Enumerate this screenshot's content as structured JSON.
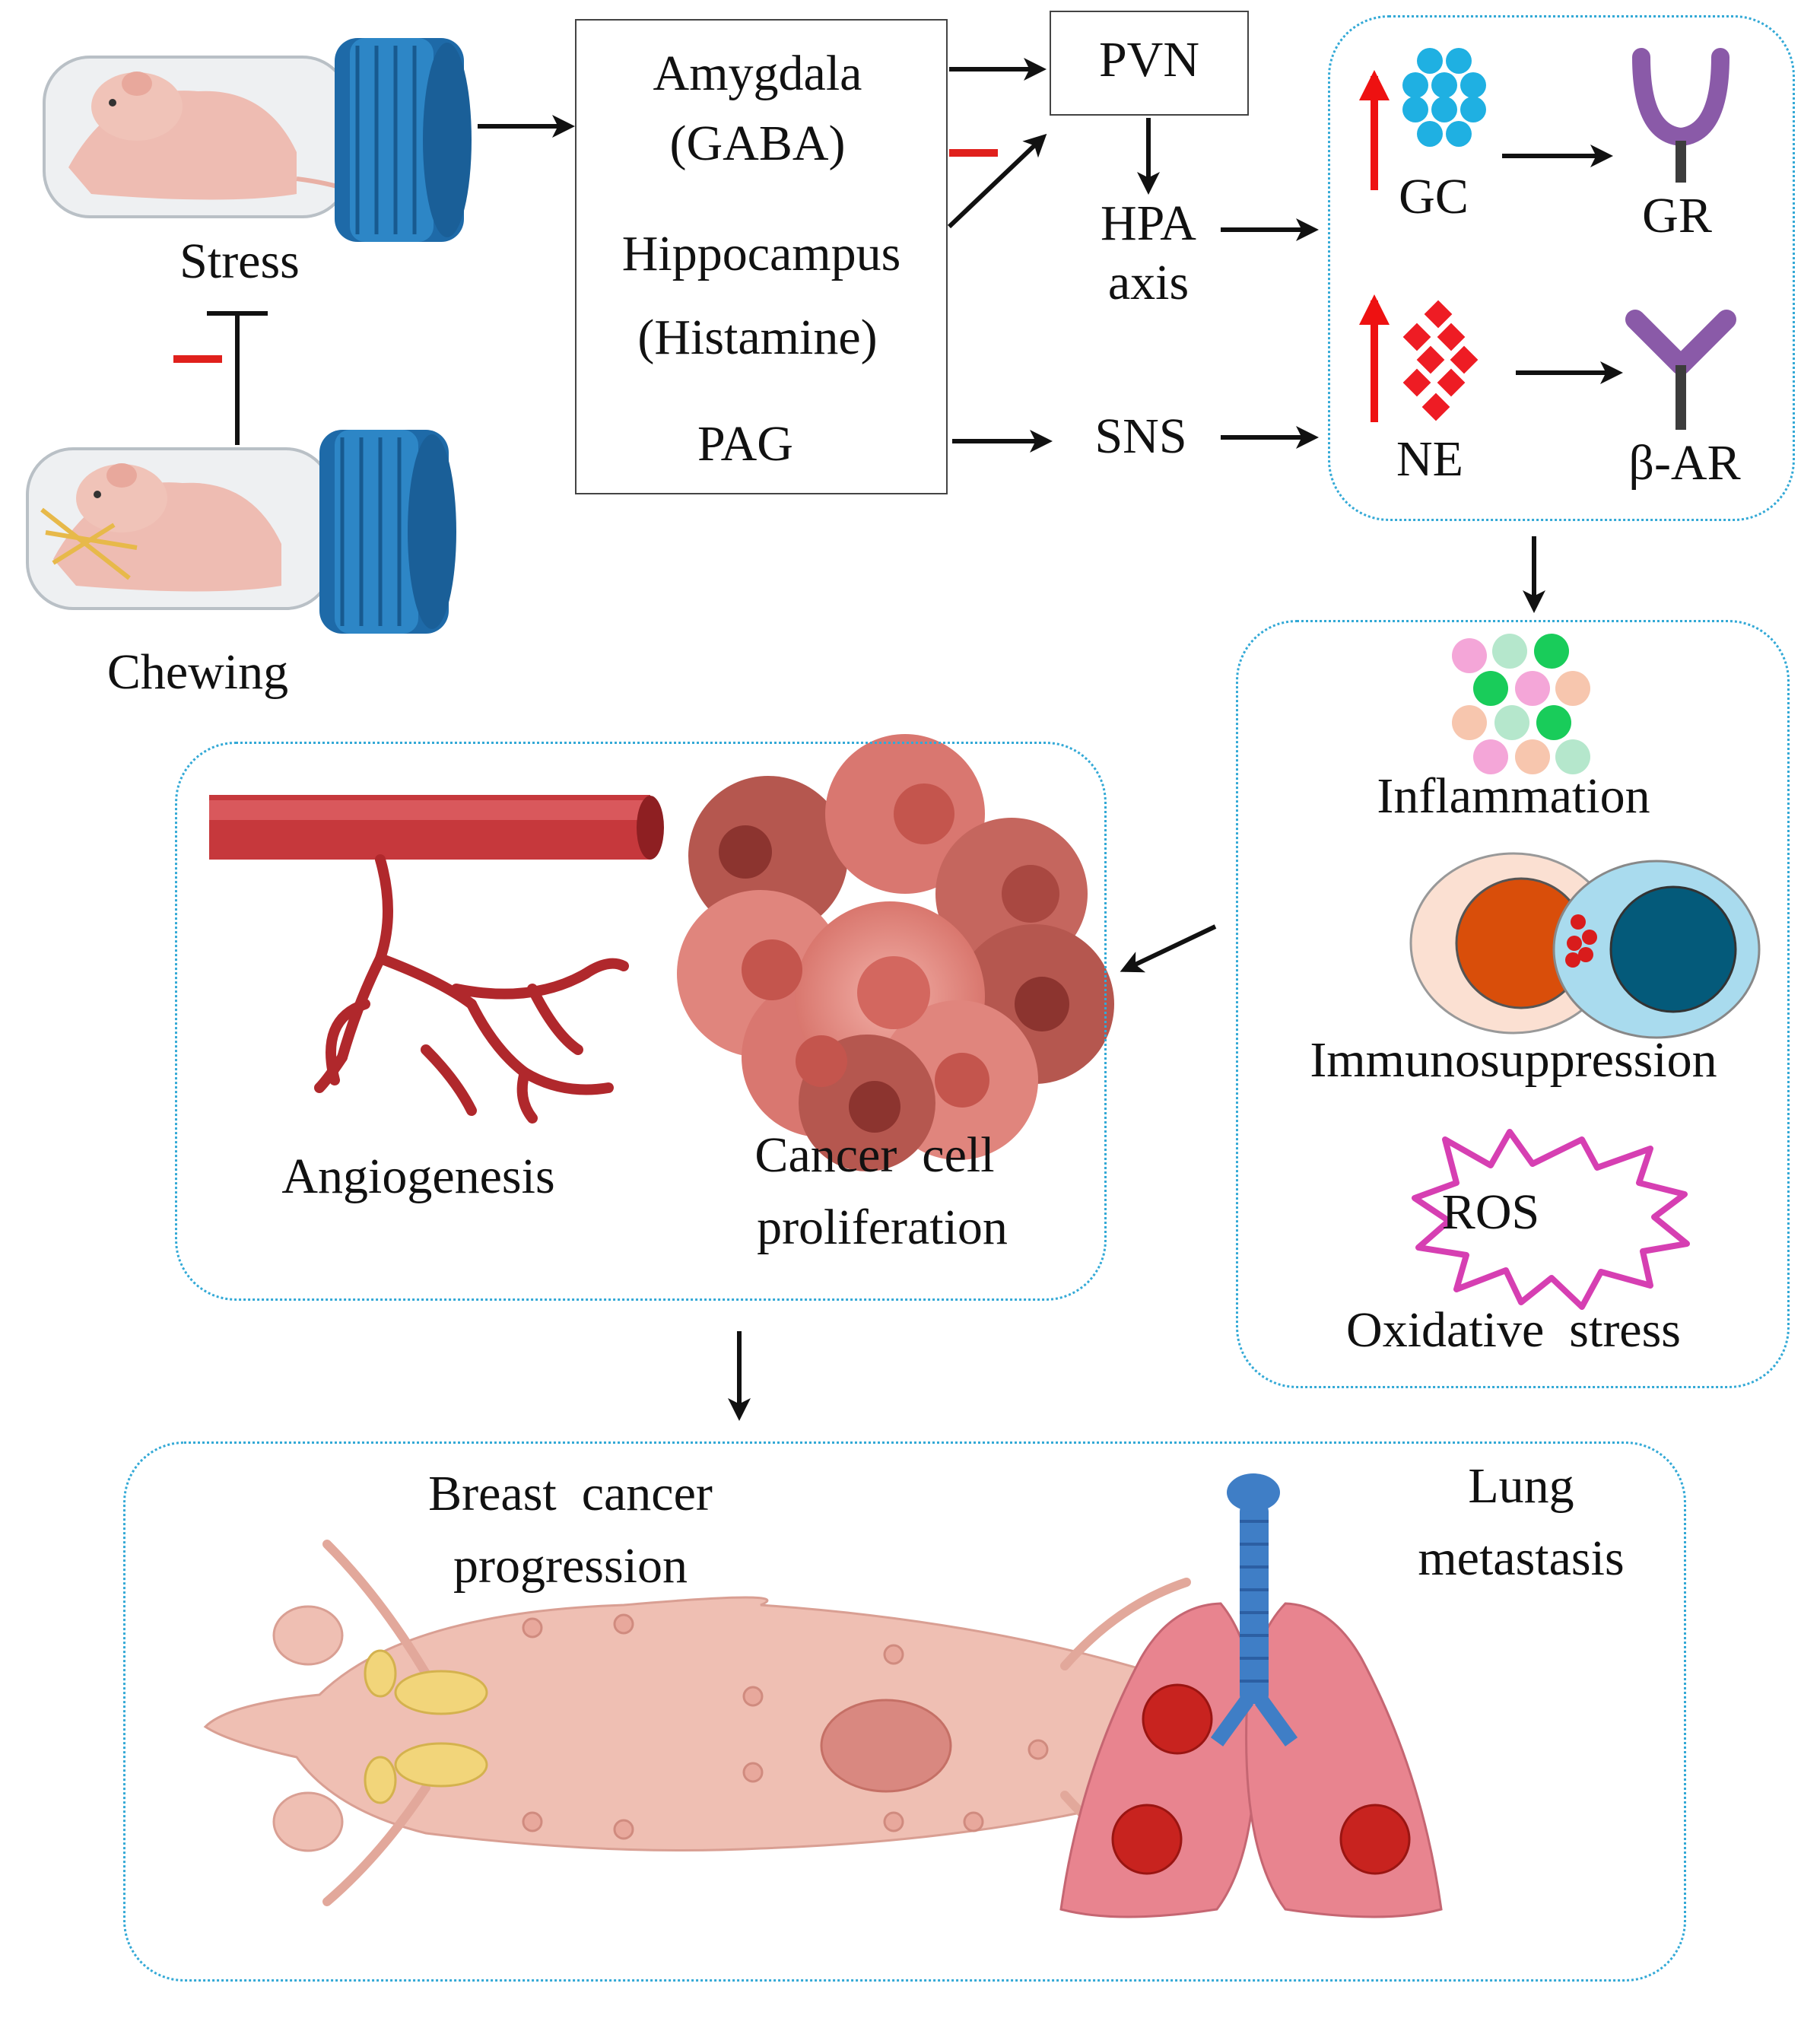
{
  "colors": {
    "inhibit_red": "#e0201c",
    "up_arrow_red": "#ee1111",
    "panel_border": "#33a9d6",
    "gc_blue": "#1fb0e2",
    "ne_red": "#ee1c24",
    "receptor_purple": "#8a5aa8",
    "vessel_red": "#c6383c",
    "tumor_pink": "#e58f87",
    "ros_magenta": "#d63fb2",
    "airway_blue": "#3f7ec6",
    "lung_pink": "#e8848f"
  },
  "stress_node": {
    "label": "Stress"
  },
  "chewing_node": {
    "label": "Chewing"
  },
  "brain_box": {
    "amygdala": "Amygdala",
    "gaba": "(GABA)",
    "hippocampus": "Hippocampus",
    "histamine": "(Histamine)",
    "pag": "PAG"
  },
  "pvn": {
    "label": "PVN"
  },
  "hpa": {
    "line1": "HPA",
    "line2": "axis"
  },
  "sns": {
    "label": "SNS"
  },
  "hormone_panel": {
    "gc": "GC",
    "gr": "GR",
    "ne": "NE",
    "bar": "β-AR"
  },
  "effects_panel": {
    "inflammation": "Inflammation",
    "immunosuppression": "Immunosuppression",
    "ros": "ROS",
    "oxidative": "Oxidative  stress"
  },
  "tumor_panel": {
    "angiogenesis": "Angiogenesis",
    "cancer_line1": "Cancer  cell",
    "cancer_line2": "proliferation"
  },
  "outcome_panel": {
    "breast_line1": "Breast  cancer",
    "breast_line2": "progression",
    "lung_line1": "Lung",
    "lung_line2": "metastasis"
  }
}
